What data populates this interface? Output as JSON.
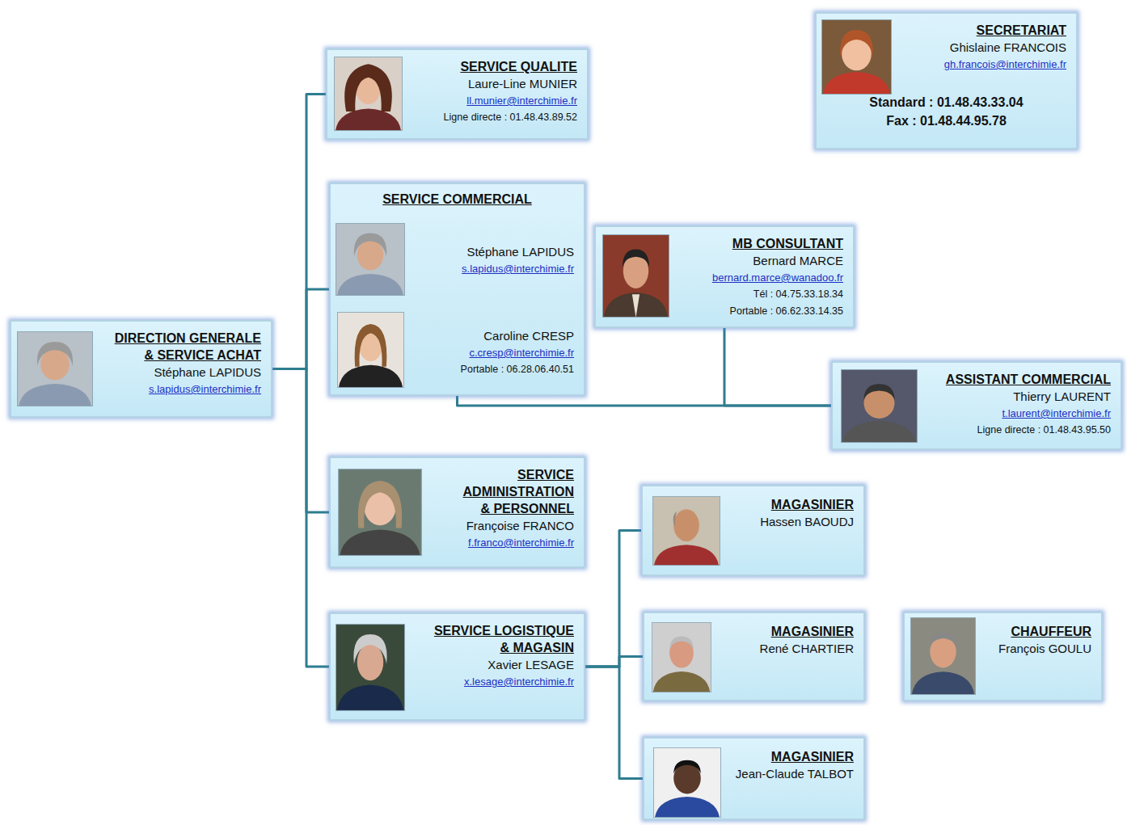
{
  "diagram": {
    "nodes": [
      {
        "text": [
          "SERVICE QUALITE",
          "Laure-Line MUNIER",
          "ll.munier@interchimie.fr",
          "Ligne directe : 01.48.43.89.52"
        ]
      },
      {
        "text": [
          "SECRETARIAT",
          "Ghislaine FRANCOIS",
          "gh.francois@interchimie.fr",
          "Standard : 01.48.43.33.04",
          "Fax : 01.48.44.95.78"
        ]
      },
      {
        "text": [
          "SERVICE COMMERCIAL",
          "Stéphane LAPIDUS",
          "s.lapidus@interchimie.fr",
          "Caroline CRESP",
          "c.cresp@interchimie.fr",
          "Portable : 06.28.06.40.51"
        ]
      },
      {
        "text": [
          "MB CONSULTANT",
          "Bernard MARCE",
          "bernard.marce@wanadoo.fr",
          "Tél : 04.75.33.18.34",
          "Portable : 06.62.33.14.35"
        ]
      },
      {
        "text": [
          "DIRECTION GENERALE & SERVICE ACHAT",
          "Stéphane LAPIDUS",
          "s.lapidus@interchimie.fr"
        ]
      },
      {
        "text": [
          "ASSISTANT COMMERCIAL",
          "Thierry LAURENT",
          "t.laurent@interchimie.fr",
          "Ligne directe : 01.48.43.95.50"
        ]
      },
      {
        "text": [
          "SERVICE ADMINISTRATION & PERSONNEL",
          "Françoise FRANCO",
          "f.franco@interchimie.fr"
        ]
      },
      {
        "text": [
          "MAGASINIER",
          "Hassen BAOUDJ"
        ]
      },
      {
        "text": [
          "SERVICE LOGISTIQUE & MAGASIN",
          "Xavier LESAGE",
          "x.lesage@interchimie.fr"
        ]
      },
      {
        "text": [
          "MAGASINIER",
          "René CHARTIER"
        ]
      },
      {
        "text": [
          "CHAUFFEUR",
          "François GOULU"
        ]
      },
      {
        "text": [
          "MAGASINIER",
          "Jean-Claude TALBOT"
        ]
      }
    ],
    "edges": [
      {
        "from": 4,
        "to": 0,
        "arrow": "none"
      },
      {
        "from": 4,
        "to": 2,
        "arrow": "none"
      },
      {
        "from": 4,
        "to": 6,
        "arrow": "none"
      },
      {
        "from": 4,
        "to": 8,
        "arrow": "none"
      },
      {
        "from": 2,
        "to": 5,
        "arrow": "none"
      },
      {
        "from": 3,
        "to": 5,
        "arrow": "none"
      },
      {
        "from": 8,
        "to": 7,
        "arrow": "none"
      },
      {
        "from": 8,
        "to": 9,
        "arrow": "none"
      },
      {
        "from": 8,
        "to": 11,
        "arrow": "none"
      }
    ]
  }
}
